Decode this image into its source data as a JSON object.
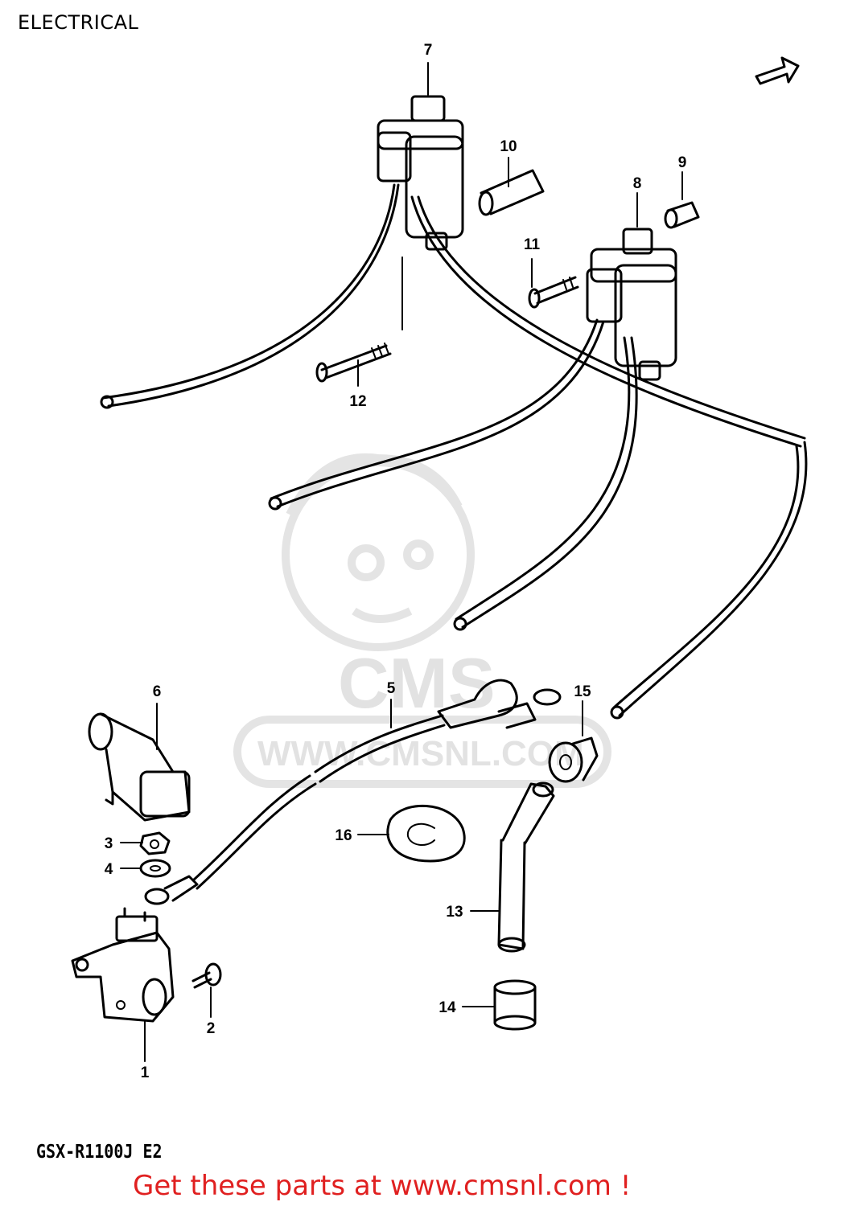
{
  "header": {
    "title": "ELECTRICAL"
  },
  "model_code": "GSX-R1100J E2",
  "footer": {
    "text": "Get these parts at www.cmsnl.com !"
  },
  "watermark": {
    "logo_text": "CMS",
    "url_text": "WWW.CMSNL.COM",
    "color": "#e4e4e4"
  },
  "callouts": [
    "1",
    "2",
    "3",
    "4",
    "5",
    "6",
    "7",
    "8",
    "9",
    "10",
    "11",
    "12",
    "13",
    "14",
    "15",
    "16"
  ],
  "accent_color": "#e02020"
}
